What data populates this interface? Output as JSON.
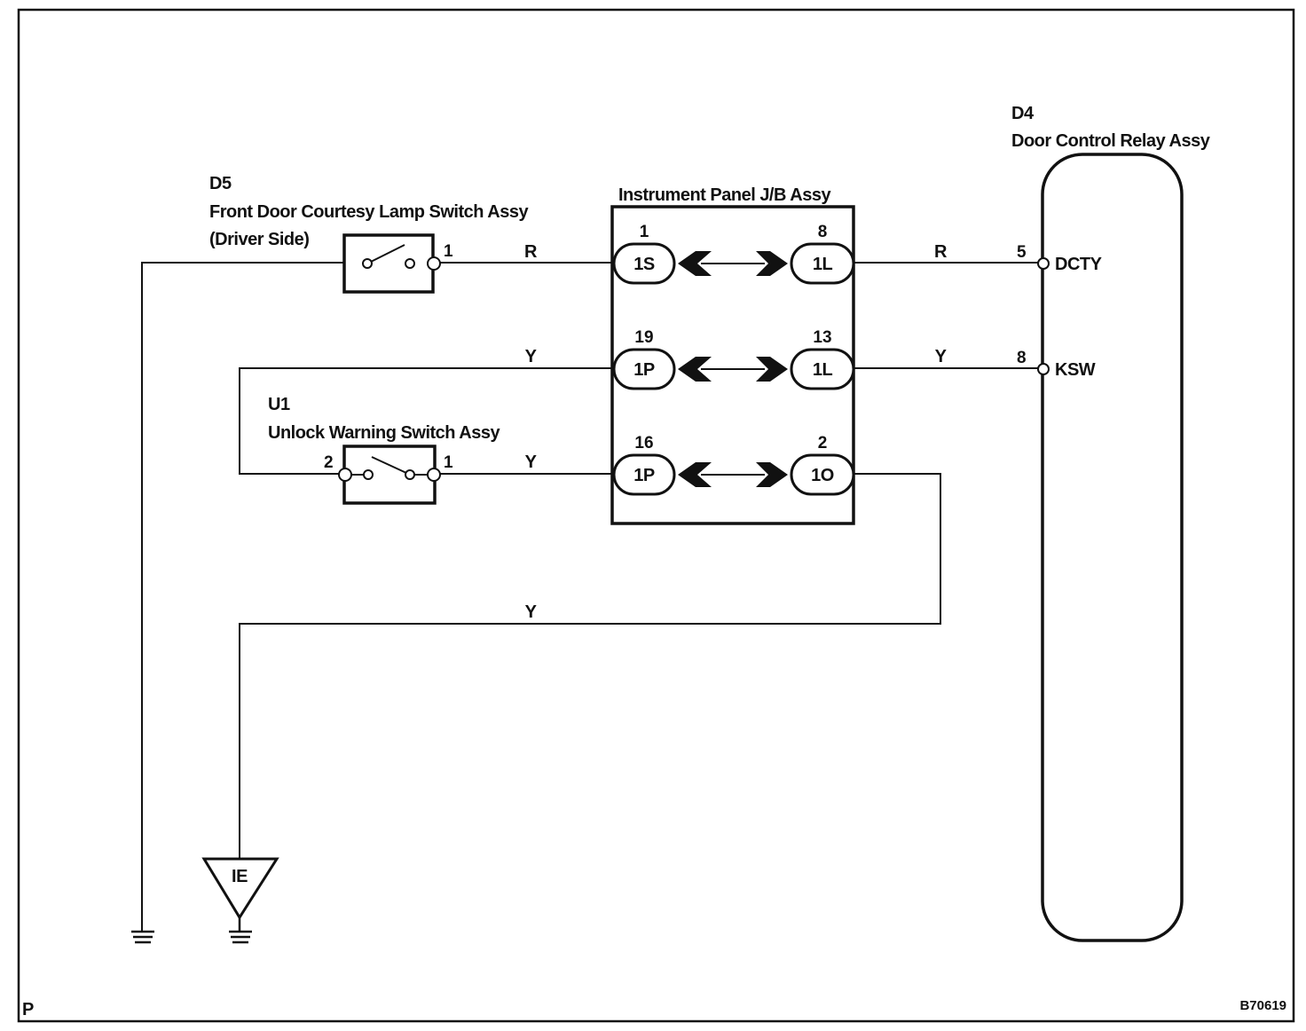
{
  "page_id": "P",
  "figure_code": "B70619",
  "junction_block": {
    "title": "Instrument Panel J/B Assy",
    "rows": [
      {
        "left_pin": "1",
        "left_conn": "1S",
        "right_pin": "8",
        "right_conn": "1L"
      },
      {
        "left_pin": "19",
        "left_conn": "1P",
        "right_pin": "13",
        "right_conn": "1L"
      },
      {
        "left_pin": "16",
        "left_conn": "1P",
        "right_pin": "2",
        "right_conn": "1O"
      }
    ]
  },
  "relay": {
    "code": "D4",
    "name": "Door Control Relay Assy",
    "terminals": [
      {
        "pin": "5",
        "signal": "DCTY"
      },
      {
        "pin": "8",
        "signal": "KSW"
      }
    ]
  },
  "courtesy_switch": {
    "code": "D5",
    "name": "Front Door Courtesy Lamp Switch Assy",
    "side": "(Driver Side)",
    "pin": "1"
  },
  "warning_switch": {
    "code": "U1",
    "name": "Unlock Warning Switch Assy",
    "pin_left": "2",
    "pin_right": "1"
  },
  "wires": {
    "w1_left": "R",
    "w1_right": "R",
    "w2_left": "Y",
    "w2_right": "Y",
    "w3_left": "Y",
    "w3_bottom": "Y"
  },
  "ground_point": "IE"
}
